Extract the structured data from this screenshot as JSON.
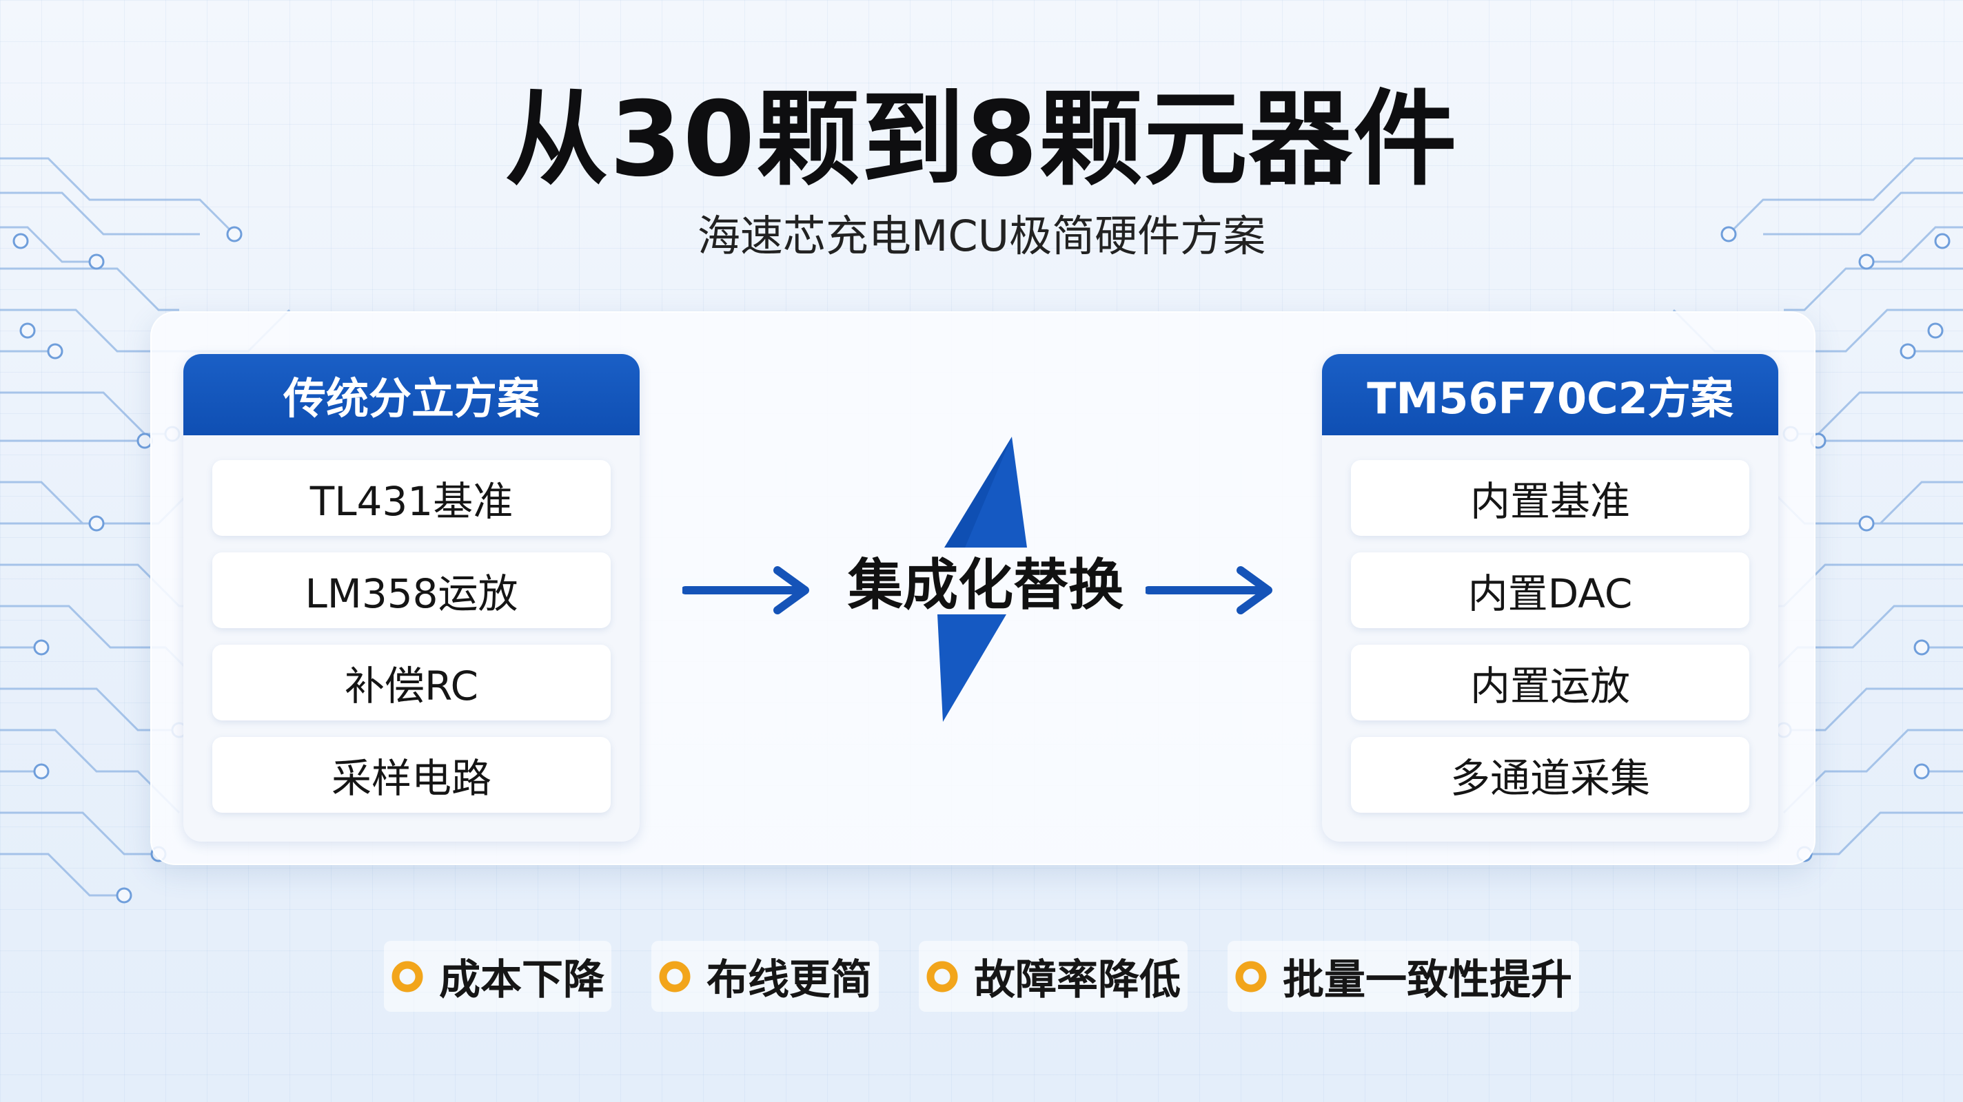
{
  "title": "从30颗到8颗元器件",
  "subtitle": "海速芯充电MCU极简硬件方案",
  "left_column": {
    "header": "传统分立方案",
    "items": [
      "TL431基准",
      "LM358运放",
      "补偿RC",
      "采样电路"
    ]
  },
  "center": {
    "label": "集成化替换",
    "icon": "lightning-bolt-icon"
  },
  "right_column": {
    "header": "TM56F70C2方案",
    "items": [
      "内置基准",
      "内置DAC",
      "内置运放",
      "多通道采集"
    ]
  },
  "benefits": [
    "成本下降",
    "布线更简",
    "故障率降低",
    "批量一致性提升"
  ],
  "colors": {
    "accent_blue": "#0f4fb3",
    "bullet_orange": "#f2a51b",
    "title": "#0e0e10"
  }
}
